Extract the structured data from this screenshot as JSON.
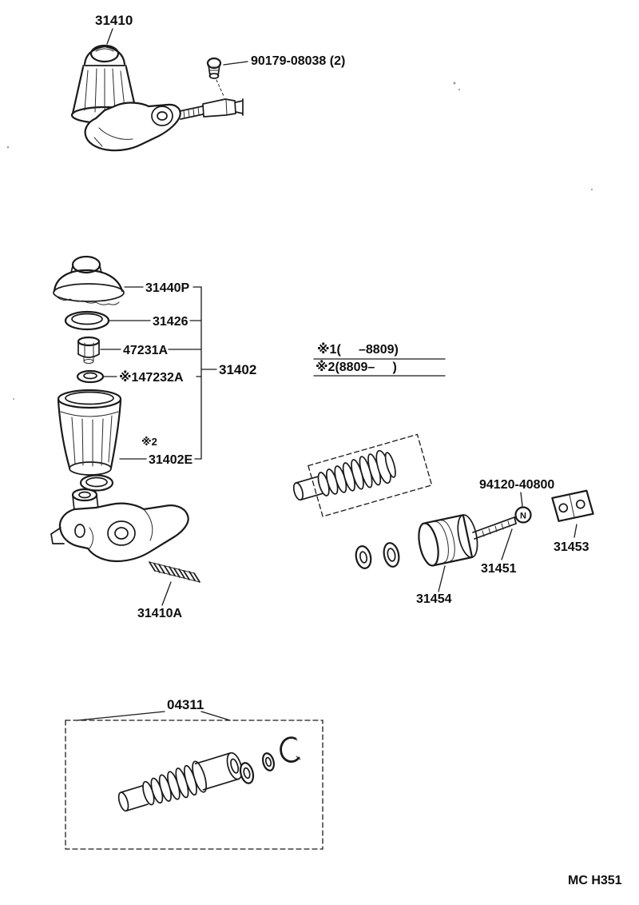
{
  "page": {
    "footer_code": "MC H351"
  },
  "notes": {
    "note1": "※1(     –8809)",
    "note2": "※2(8809–     )"
  },
  "parts": {
    "master_cylinder_assy": "31410",
    "reservoir_bolt": "90179-08038 (2)",
    "reservoir_cap": "31440P",
    "diaphragm": "31426",
    "inlet_union": "47231A",
    "washer": "※147232A",
    "reservoir_subassy": "31402",
    "reservoir_ref_mark": "※2",
    "reservoir": "31402E",
    "spring": "31410A",
    "nut": "94120-40800",
    "nut_mark": "N",
    "yoke": "31453",
    "push_rod": "31451",
    "piston": "31454",
    "repair_kit": "04311"
  }
}
